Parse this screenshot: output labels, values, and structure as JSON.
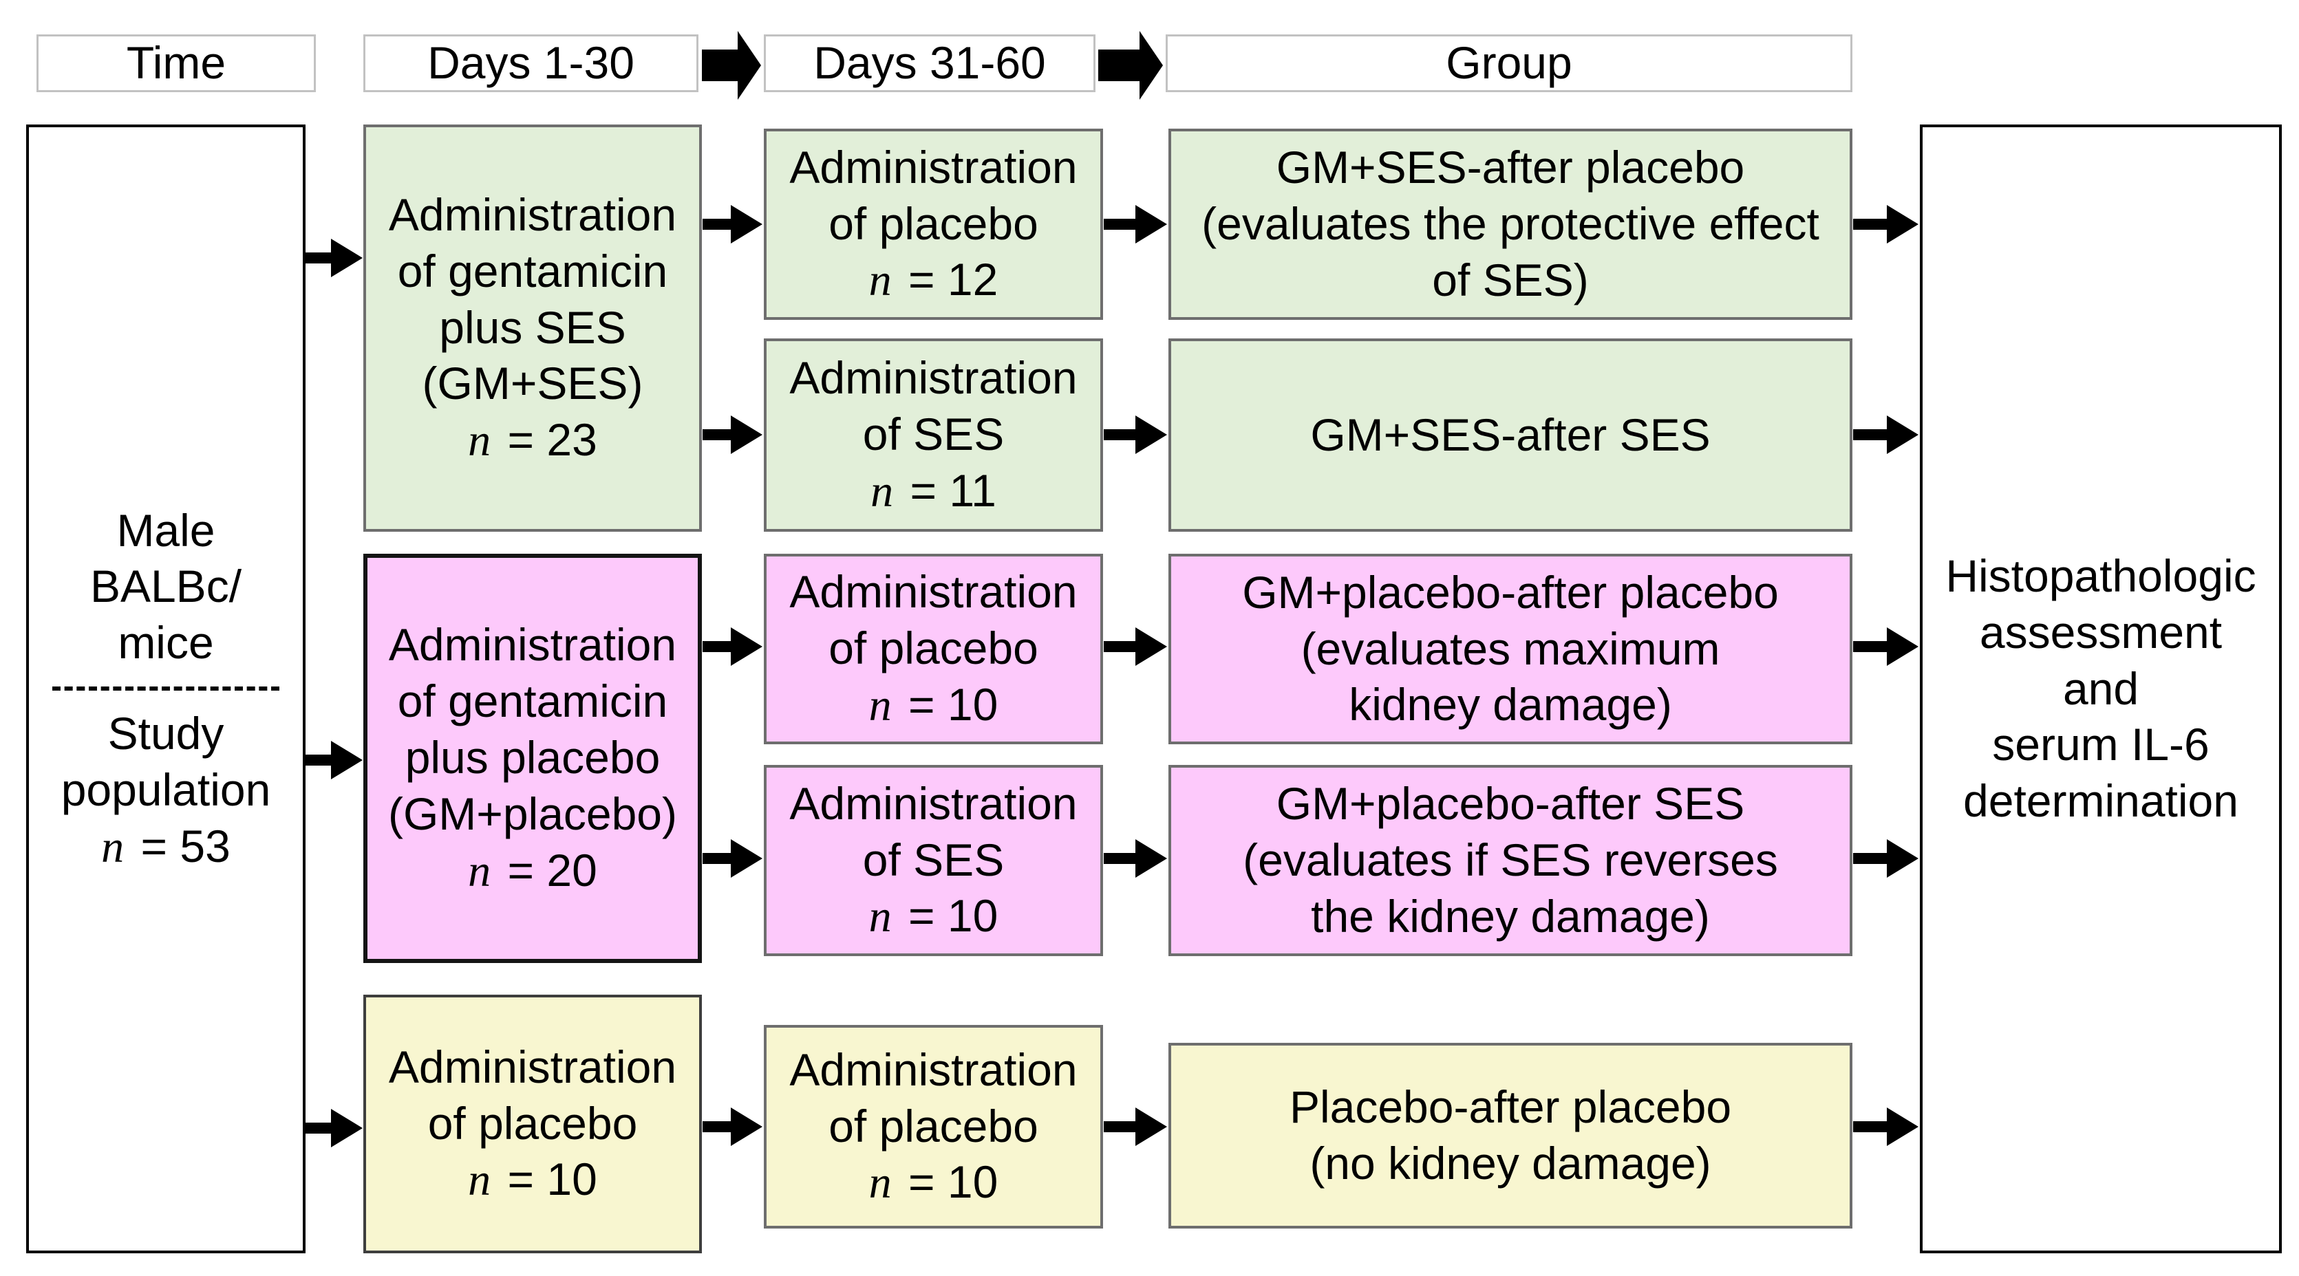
{
  "headers": {
    "time": "Time",
    "days_1_30": "Days 1-30",
    "days_31_60": "Days 31-60",
    "group": "Group"
  },
  "population": {
    "species": "Male\nBALBc/\nmice",
    "study": "Study\npopulation",
    "n": "n = 53"
  },
  "col1": [
    {
      "text": "Administration\nof gentamicin\nplus SES\n(GM+SES)",
      "n": "n = 23"
    },
    {
      "text": "Administration\nof gentamicin\nplus placebo\n(GM+placebo)",
      "n": "n = 20"
    },
    {
      "text": "Administration\nof placebo",
      "n": "n = 10"
    }
  ],
  "col2": [
    {
      "text": "Administration\nof placebo",
      "n": "n = 12"
    },
    {
      "text": "Administration\nof SES",
      "n": "n = 11"
    },
    {
      "text": "Administration\nof placebo",
      "n": "n = 10"
    },
    {
      "text": "Administration\nof SES",
      "n": "n = 10"
    },
    {
      "text": "Administration\nof placebo",
      "n": "n = 10"
    }
  ],
  "groups": [
    {
      "text": "GM+SES-after placebo\n(evaluates the protective effect\nof SES)"
    },
    {
      "text": "GM+SES-after SES"
    },
    {
      "text": "GM+placebo-after placebo\n(evaluates maximum\nkidney damage)"
    },
    {
      "text": "GM+placebo-after SES\n(evaluates if SES reverses\nthe kidney damage)"
    },
    {
      "text": "Placebo-after placebo\n(no kidney damage)"
    }
  ],
  "outcome": {
    "text": "Histopathologic\nassessment\nand\nserum IL-6\ndetermination"
  },
  "colors": {
    "green": "#e2efd9",
    "pink": "#fdc9fb",
    "yellow": "#f8f6d0",
    "arrow": "#000000"
  }
}
